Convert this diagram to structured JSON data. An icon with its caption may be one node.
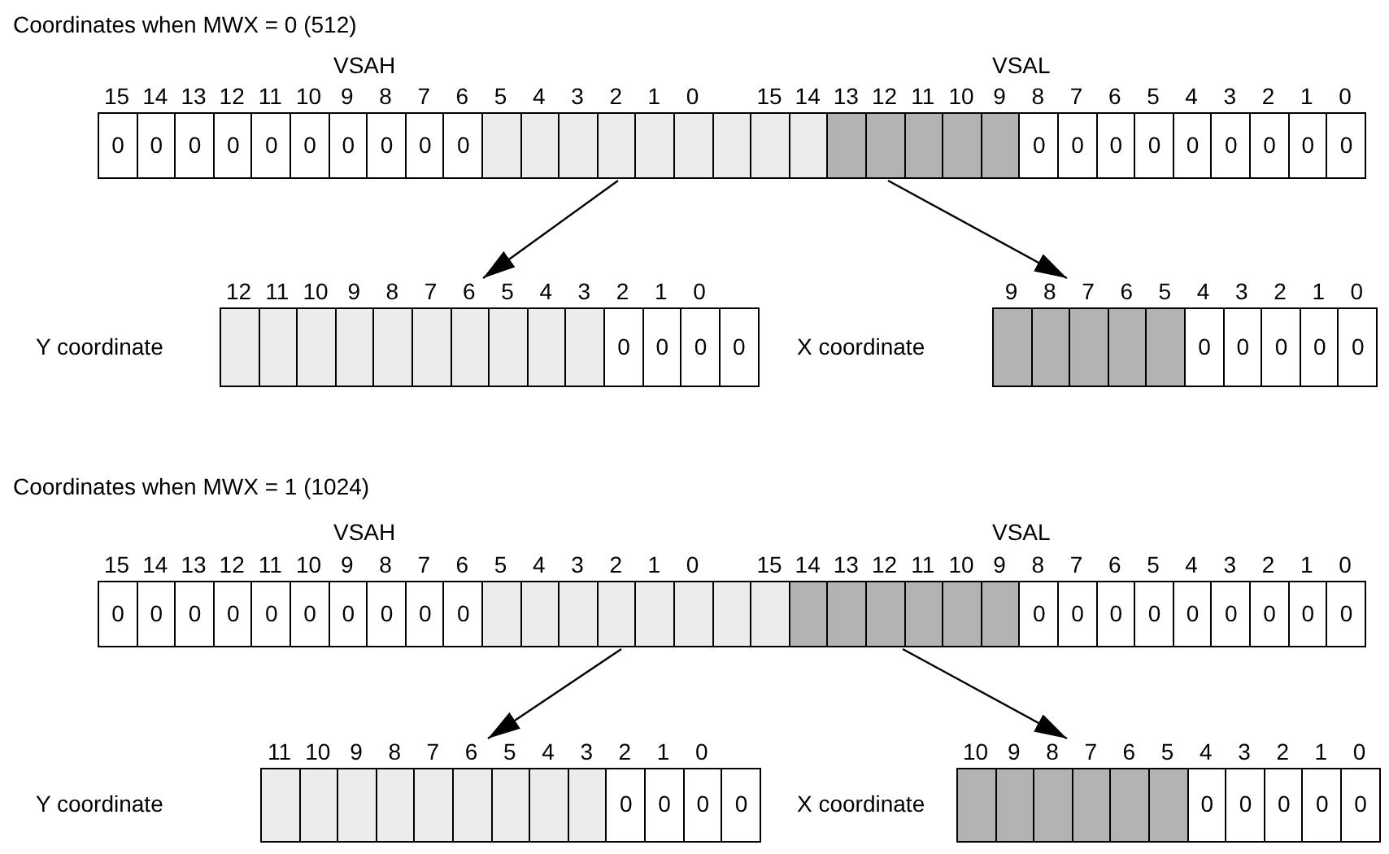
{
  "diagram": {
    "nodes": [
      {
        "text": [
          "VSAH",
          "15",
          "14",
          "13",
          "12",
          "11",
          "10",
          "9",
          "8",
          "7",
          "6",
          "5",
          "4",
          "3",
          "2",
          "1",
          "0",
          "0",
          "0",
          "0",
          "0",
          "0",
          "0",
          "0",
          "0",
          "0",
          "0"
        ]
      },
      {
        "text": [
          "VSAL",
          "15",
          "14",
          "13",
          "12",
          "11",
          "10",
          "9",
          "8",
          "7",
          "6",
          "5",
          "4",
          "3",
          "2",
          "1",
          "0",
          "0",
          "0",
          "0",
          "0",
          "0",
          "0",
          "0",
          "0",
          "0"
        ]
      },
      {
        "text": [
          "Y coordinate",
          "12",
          "11",
          "10",
          "9",
          "8",
          "7",
          "6",
          "5",
          "4",
          "3",
          "2",
          "1",
          "0",
          "0",
          "0",
          "0",
          "0"
        ]
      },
      {
        "text": [
          "X coordinate",
          "9",
          "8",
          "7",
          "6",
          "5",
          "4",
          "3",
          "2",
          "1",
          "0",
          "0",
          "0",
          "0",
          "0",
          "0"
        ]
      },
      {
        "text": [
          "VSAH",
          "15",
          "14",
          "13",
          "12",
          "11",
          "10",
          "9",
          "8",
          "7",
          "6",
          "5",
          "4",
          "3",
          "2",
          "1",
          "0",
          "0",
          "0",
          "0",
          "0",
          "0",
          "0",
          "0",
          "0",
          "0",
          "0"
        ]
      },
      {
        "text": [
          "VSAL",
          "15",
          "14",
          "13",
          "12",
          "11",
          "10",
          "9",
          "8",
          "7",
          "6",
          "5",
          "4",
          "3",
          "2",
          "1",
          "0",
          "0",
          "0",
          "0",
          "0",
          "0",
          "0",
          "0",
          "0",
          "0"
        ]
      },
      {
        "text": [
          "Y coordinate",
          "11",
          "10",
          "9",
          "8",
          "7",
          "6",
          "5",
          "4",
          "3",
          "2",
          "1",
          "0",
          "0",
          "0",
          "0",
          "0"
        ]
      },
      {
        "text": [
          "X coordinate",
          "10",
          "9",
          "8",
          "7",
          "6",
          "5",
          "4",
          "3",
          "2",
          "1",
          "0",
          "0",
          "0",
          "0",
          "0",
          "0"
        ]
      }
    ],
    "edges": [
      {
        "from": 0,
        "to": 2,
        "arrow": "to"
      },
      {
        "from": 1,
        "to": 3,
        "arrow": "to"
      },
      {
        "from": 4,
        "to": 6,
        "arrow": "to"
      },
      {
        "from": 5,
        "to": 7,
        "arrow": "to"
      }
    ],
    "labels": [
      "Coordinates when MWX = 0 (512)",
      "Coordinates when MWX = 1 (1024)"
    ]
  }
}
